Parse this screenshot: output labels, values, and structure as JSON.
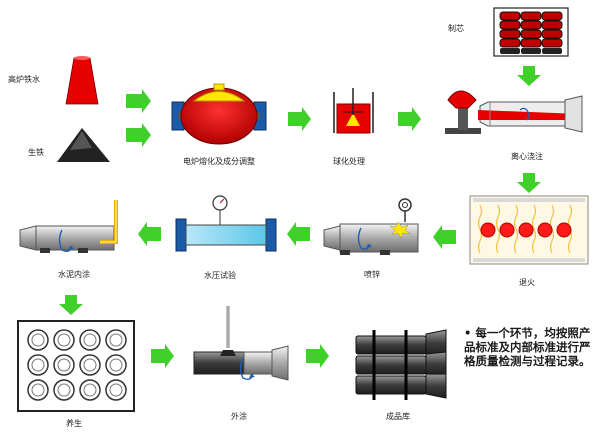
{
  "labels": {
    "blast_furnace_iron": "高炉铁水",
    "pig_iron": "生铁",
    "furnace_melting": "电炉熔化及成分调整",
    "spheroidizing": "球化处理",
    "core_making": "制芯",
    "centrifugal_casting": "离心浇注",
    "annealing": "退火",
    "zinc_spraying": "喷锌",
    "hydrostatic_test": "水压试验",
    "cement_lining": "水泥内涂",
    "curing": "养生",
    "exterior_coating": "外涂",
    "finished_storage": "成品库"
  },
  "note": {
    "bullet": "•",
    "text": "每一个环节，均按照产品标准及内部标准进行严格质量检测与过程记录。"
  },
  "colors": {
    "arrow": "#3fd02a",
    "pipe_gray": "#8f8f8f",
    "pipe_light": "#e8e8e8",
    "red": "#e60000",
    "yellow": "#ffe600",
    "blue": "#1f5fb3",
    "cyan": "#33c3e6"
  }
}
